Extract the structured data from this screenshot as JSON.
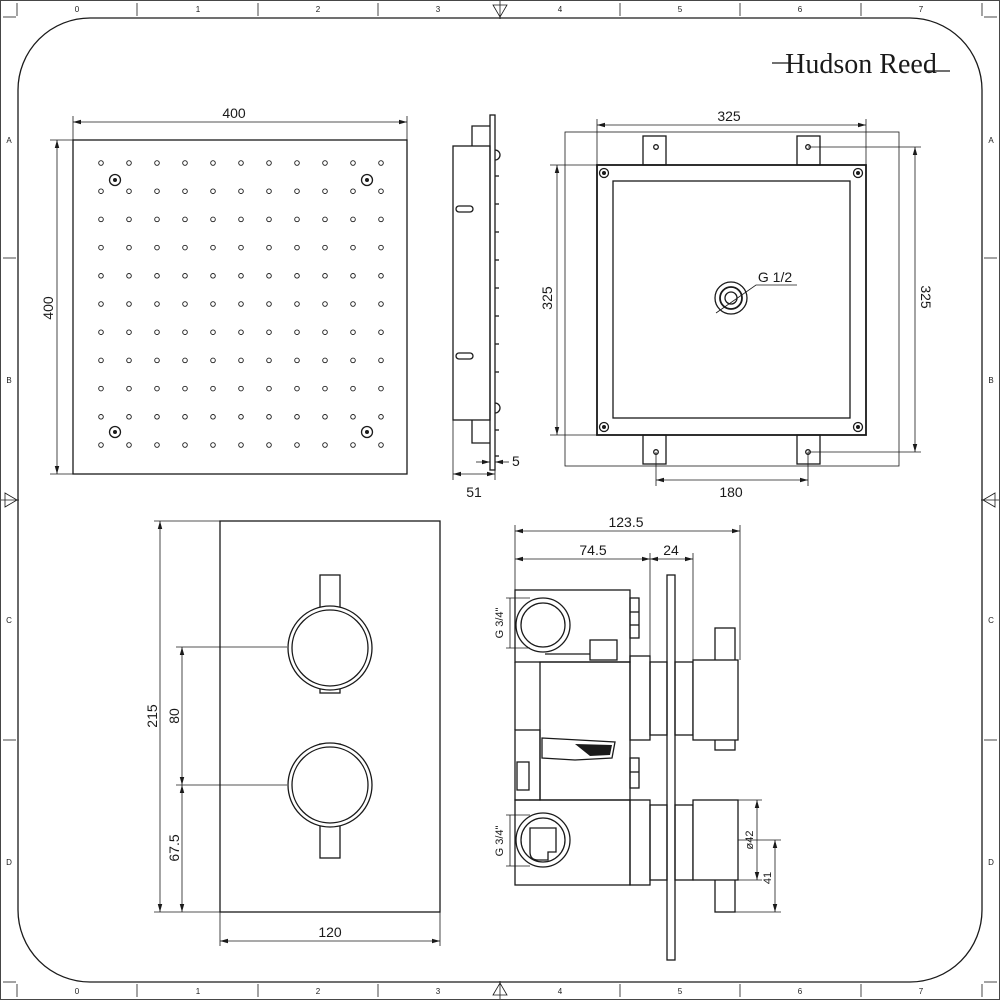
{
  "brand": {
    "name": "Hudson Reed"
  },
  "ruler": {
    "columns": [
      "0",
      "1",
      "2",
      "3",
      "4",
      "5",
      "6",
      "7"
    ],
    "rows": [
      "A",
      "B",
      "C",
      "D"
    ]
  },
  "shower_head": {
    "width_label": "400",
    "height_label": "400"
  },
  "profile": {
    "depth_label": "51",
    "plate_label": "5"
  },
  "mounting_box": {
    "width_label": "325",
    "height_left_label": "325",
    "height_right_label": "325",
    "inlet_label": "G 1/2",
    "tab_spacing_label": "180"
  },
  "valve_front": {
    "height_label": "215",
    "knob_spacing_label": "80",
    "lower_offset_label": "67.5",
    "width_label": "120"
  },
  "valve_side": {
    "overall_depth_label": "123.5",
    "body_depth_label": "74.5",
    "trim_depth_label": "24",
    "upper_inlet_label": "G 3/4\"",
    "lower_inlet_label": "G 3/4\"",
    "knob_diameter_label": "ø42",
    "knob_offset_label": "41"
  },
  "colors": {
    "line": "#1a1a1a",
    "background": "#ffffff"
  }
}
